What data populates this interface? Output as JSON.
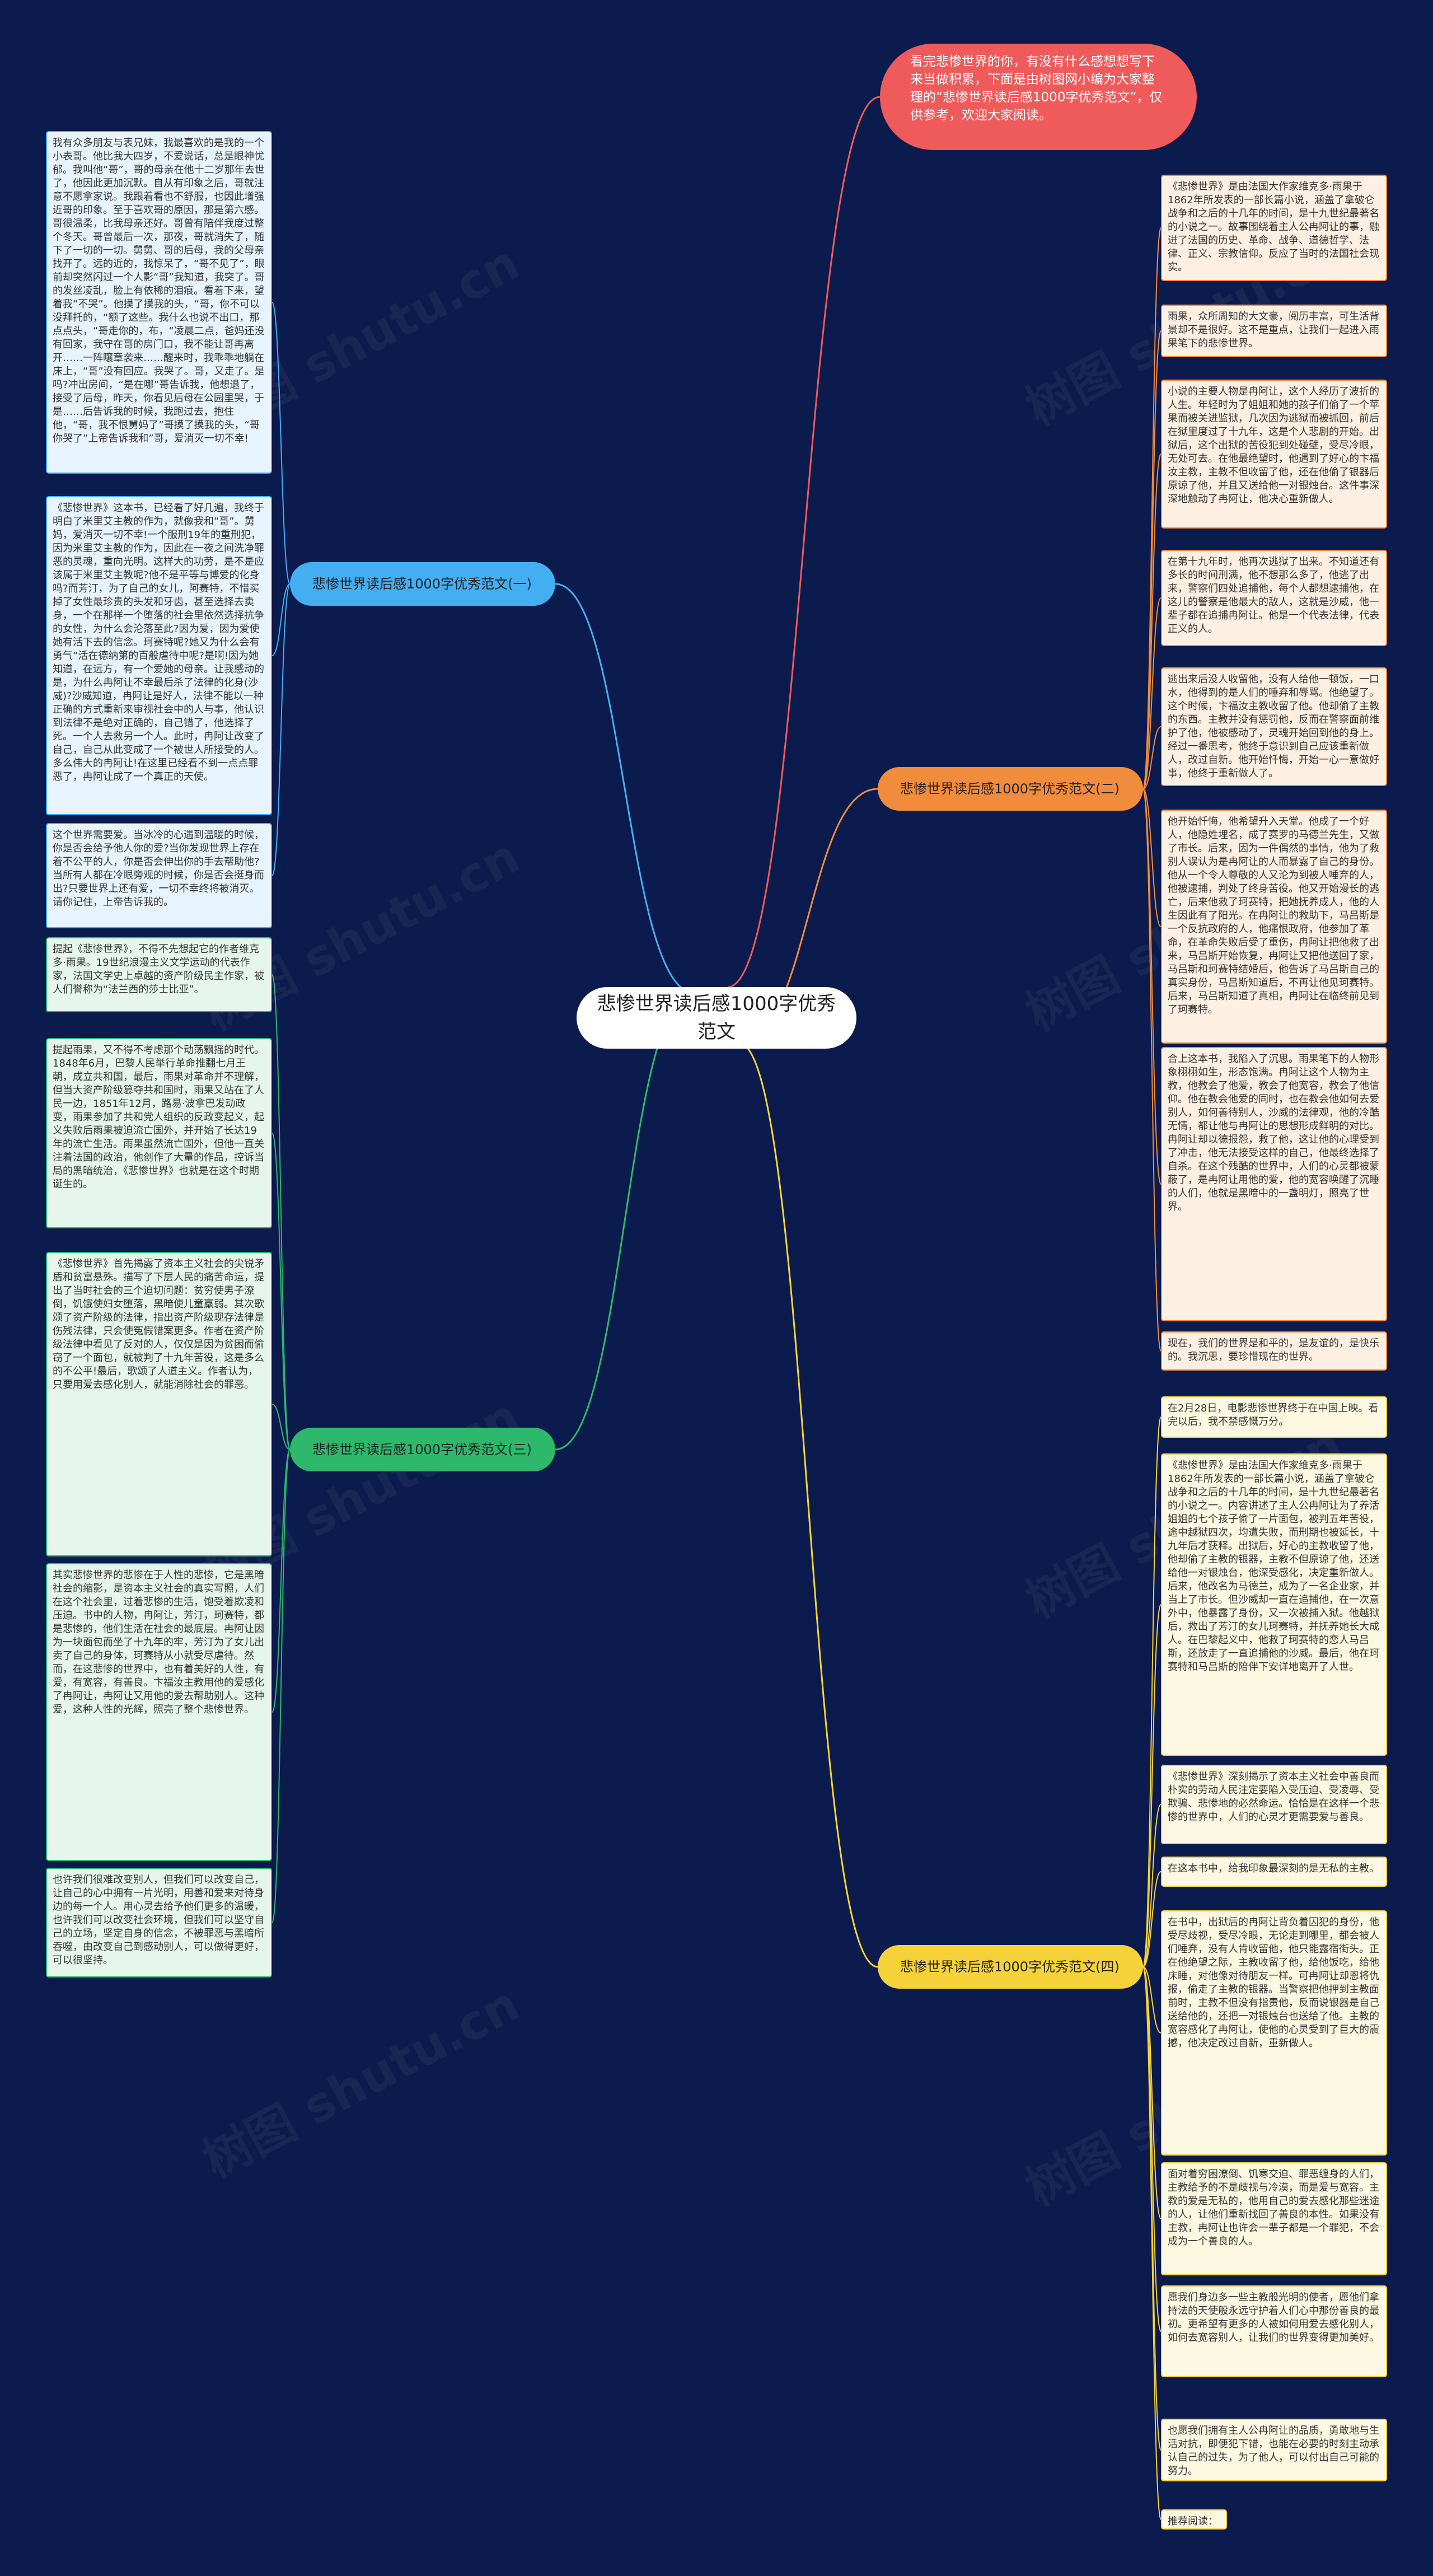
{
  "watermark": "树图 shutu.cn",
  "central": {
    "title": "悲惨世界读后感1000字优秀范文"
  },
  "intro": "看完悲惨世界的你，有没有什么感想想写下来当做积累，下面是由树图网小编为大家整理的“悲惨世界读后感1000字优秀范文”，仅供参考，欢迎大家阅读。",
  "branches": [
    {
      "label": "悲惨世界读后感1000字优秀范文(一)",
      "color": "#44aef3",
      "leaves": [
        "我有众多朋友与表兄妹，我最喜欢的是我的一个小表哥。他比我大四岁，不爱说话，总是眼神忧郁。我叫他“哥”，哥的母亲在他十二岁那年去世了，他因此更加沉默。自从有印象之后，哥就注意不愿拿家说。我跟着看也不舒服，也因此增强近哥的印象。至于喜欢哥的原因，那是第六感。哥很温柔，比我母亲还好。哥曾有陪伴我度过整个冬天。哥曾最后一次，那夜，哥就消失了，随下了一切的一切。舅舅、哥的后母，我的父母亲找开了。远的近的，我惊呆了，“哥不见了”，眼前却突然闪过一个人影“哥”我知道，我突了。哥的发丝凌乱，脸上有依稀的泪痕。看着下来，望着我“不哭”。他摸了摸我的头，“哥，你不可以没拜托的，“额了这些。我什么也说不出口，那点点头，“哥走你的，布，“凌晨二点，爸妈还没有回家，我守在哥的房门口，我不能让哥再离开……一阵嚷章袭来……醒来时，我乖乖地躺在床上，“哥”没有回应。我哭了。哥，又走了。是吗?冲出房间，“是在哪”哥告诉我，他想退了，接受了后母，昨天，你看见后母在公园里哭，于是……后告诉我的时候，我跑过去，抱住他，“哥，我不恨舅妈了”哥摸了摸我的头，“哥你哭了”上帝告诉我和”哥，爱消灭一切不幸!",
        "《悲惨世界》这本书，已经看了好几遍，我终于明白了米里艾主教的作为，就像我和“哥”。舅妈，爱消灭一切不幸!一个服刑19年的重刑犯，因为米里艾主教的作为，因此在一夜之间洗净罪恶的灵魂，重向光明。这样大的功劳，是不是应该属于米里艾主教呢?他不是平等与博爱的化身吗?而芳汀，为了自己的女儿，阿赛特，不惜买掉了女性最珍贵的头发和牙齿，甚至选择去卖身，一个在那样一个堕落的社会里依然选择抗争的女性，为什么会沦落至此?因为爱，因为爱使她有活下去的信念。珂赛特呢?她又为什么会有勇气“活在德纳第的百般虐待中呢?是啊!因为她知道，在远方，有一个爱她的母亲。让我感动的是，为什么冉阿让不幸最后杀了法律的化身(沙威)?沙威知道，冉阿让是好人，法律不能以一种正确的方式重新来审视社会中的人与事，他认识到法律不是绝对正确的，自己错了，他选择了死。一个人去救另一个人。此时，冉阿让改变了自己，自己从此变成了一个被世人所接受的人。多么伟大的冉阿让!在这里已经看不到一点点罪恶了，冉阿让成了一个真正的天使。",
        "这个世界需要爱。当冰冷的心遇到温暖的时候，你是否会给予他人你的爱?当你发现世界上存在着不公平的人，你是否会伸出你的手去帮助他?当所有人都在冷眼旁观的时候，你是否会挺身而出?只要世界上还有爱，一切不幸终将被消灭。请你记住，上帝告诉我的。"
      ]
    },
    {
      "label": "悲惨世界读后感1000字优秀范文(二)",
      "color": "#f28c3d",
      "leaves": [
        "《悲惨世界》是由法国大作家维克多·雨果于1862年所发表的一部长篇小说，涵盖了拿破仑战争和之后的十几年的时间，是十九世纪最著名的小说之一。故事围绕着主人公冉阿让的事，融进了法国的历史、革命、战争、道德哲学、法律、正义、宗教信仰。反应了当时的法国社会现实。",
        "雨果，众所周知的大文豪，阅历丰富，可生活背景却不是很好。这不是重点，让我们一起进入雨果笔下的悲惨世界。",
        "小说的主要人物是冉阿让，这个人经历了波折的人生。年轻时为了姐姐和她的孩子们偷了一个苹果而被关进监狱，几次因为逃狱而被抓回，前后在狱里度过了十九年，这是个人悲剧的开始。出狱后，这个出狱的苦役犯到处碰壁，受尽冷眼，无处可去。在他最绝望时，他遇到了好心的卞福汝主教，主教不但收留了他，还在他偷了银器后原谅了他，并且又送给他一对银烛台。这件事深深地触动了冉阿让，他决心重新做人。",
        "在第十九年时，他再次逃狱了出来。不知道还有多长的时间刑满，他不想那么多了，他逃了出来，警察们四处追捕他，每个人都想逮捕他，在这儿的警察是他最大的敌人，这就是沙威，他一辈子都在追捕冉阿让。他是一个代表法律，代表正义的人。",
        "逃出来后没人收留他，没有人给他一顿饭，一口水，他得到的是人们的唾弃和辱骂。他绝望了。这个时候，卞福汝主教收留了他。他却偷了主教的东西。主教并没有惩罚他，反而在警察面前维护了他，他被感动了，灵魂开始回到他的身上。经过一番思考，他终于意识到自己应该重新做人，改过自新。他开始忏悔，开始一心一意做好事，他终于重新做人了。",
        "他开始忏悔，他希望升入天堂。他成了一个好人，他隐姓埋名，成了赛罗的马德兰先生，又做了市长。后来，因为一件偶然的事情，他为了救别人误认为是冉阿让的人而暴露了自己的身份。他从一个令人尊敬的人又沦为到被人唾弃的人，他被逮捕，判处了终身苦役。他又开始漫长的逃亡，后来他救了珂赛特，把她抚养成人，他的人生因此有了阳光。在冉阿让的救助下，马吕斯是一个反抗政府的人，他痛恨政府，他参加了革命，在革命失败后受了重伤，冉阿让把他救了出来，马吕斯开始恢复，冉阿让又把他送回了家，马吕斯和珂赛特结婚后，他告诉了马吕斯自己的真实身份，马吕斯知道后，不再让他见珂赛特。后来，马吕斯知道了真相，冉阿让在临终前见到了珂赛特。",
        "合上这本书，我陷入了沉思。雨果笔下的人物形象栩栩如生，形态饱满。冉阿让这个人物为主教，他教会了他爱，教会了他宽容，教会了他信仰。他在教会他爱的同时，也在教会他如何去爱别人，如何善待别人，沙威的法律观，他的冷酷无情，都让他与冉阿让的思想形成鲜明的对比。冉阿让却以德报怨，救了他，这让他的心理受到了冲击，他无法接受这样的自己，他最终选择了自杀。在这个残酷的世界中，人们的心灵都被蒙蔽了，是冉阿让用他的爱，他的宽容唤醒了沉睡的人们，他就是黑暗中的一盏明灯，照亮了世界。",
        "现在，我们的世界是和平的，是友谊的，是快乐的。我沉思，要珍惜现在的世界。"
      ]
    },
    {
      "label": "悲惨世界读后感1000字优秀范文(三)",
      "color": "#2db86c",
      "leaves": [
        "提起《悲惨世界》，不得不先想起它的作者维克多·雨果。19世纪浪漫主义文学运动的代表作家，法国文学史上卓越的资产阶级民主作家，被人们誉称为“法兰西的莎士比亚”。",
        "提起雨果，又不得不考虑那个动荡飘摇的时代。1848年6月，巴黎人民举行革命推翻七月王朝，成立共和国，最后，雨果对革命并不理解，但当大资产阶级篡夺共和国时，雨果又站在了人民一边，1851年12月，路易·波拿巴发动政变，雨果参加了共和党人组织的反政变起义，起义失败后雨果被迫流亡国外，并开始了长达19年的流亡生活。雨果虽然流亡国外，但他一直关注着法国的政治，他创作了大量的作品，控诉当局的黑暗统治，《悲惨世界》也就是在这个时期诞生的。",
        "《悲惨世界》首先揭露了资本主义社会的尖锐矛盾和贫富悬殊。描写了下层人民的痛苦命运，提出了当时社会的三个迫切问题：贫穷使男子潦倒，饥饿使妇女堕落，黑暗使儿童羸弱。其次歌颂了资产阶级的法律，指出资产阶级现存法律是伤残法律，只会使冤假错案更多。作者在资产阶级法律中看见了反对的人，仅仅是因为贫困而偷窃了一个面包，就被判了十九年苦役，这是多么的不公平!最后，歌颂了人道主义。作者认为，只要用爱去感化别人，就能消除社会的罪恶。",
        "其实悲惨世界的悲惨在于人性的悲惨，它是黑暗社会的缩影，是资本主义社会的真实写照，人们在这个社会里，过着悲惨的生活，饱受着欺凌和压迫。书中的人物，冉阿让，芳汀，珂赛特，都是悲惨的，他们生活在社会的最底层。冉阿让因为一块面包而坐了十九年的牢，芳汀为了女儿出卖了自己的身体，珂赛特从小就受尽虐待。然而，在这悲惨的世界中，也有着美好的人性，有爱，有宽容，有善良。卞福汝主教用他的爱感化了冉阿让，冉阿让又用他的爱去帮助别人。这种爱，这种人性的光辉，照亮了整个悲惨世界。",
        "也许我们很难改变别人，但我们可以改变自己，让自己的心中拥有一片光明，用善和爱来对待身边的每一个人。用心灵去给予他们更多的温暖，也许我们可以改变社会环境，但我们可以坚守自己的立场，坚定自身的信念，不被罪恶与黑暗所吞噬，由改变自己到感动别人，可以做得更好，可以很坚持。"
      ]
    },
    {
      "label": "悲惨世界读后感1000字优秀范文(四)",
      "color": "#f6d23a",
      "leaves": [
        "在2月28日，电影悲惨世界终于在中国上映。看完以后，我不禁感慨万分。",
        "《悲惨世界》是由法国大作家维克多·雨果于1862年所发表的一部长篇小说，涵盖了拿破仑战争和之后的十几年的时间，是十九世纪最著名的小说之一。内容讲述了主人公冉阿让为了养活姐姐的七个孩子偷了一片面包，被判五年苦役，途中越狱四次，均遭失败，而刑期也被延长，十九年后才获释。出狱后，好心的主教收留了他，他却偷了主教的银器，主教不但原谅了他，还送给他一对银烛台，他深受感化，决定重新做人。后来，他改名为马德兰，成为了一名企业家，并当上了市长。但沙威却一直在追捕他，在一次意外中，他暴露了身份，又一次被捕入狱。他越狱后，救出了芳汀的女儿珂赛特，并抚养她长大成人。在巴黎起义中，他救了珂赛特的恋人马吕斯，还放走了一直追捕他的沙威。最后，他在珂赛特和马吕斯的陪伴下安详地离开了人世。",
        "《悲惨世界》深刻揭示了资本主义社会中善良而朴实的劳动人民注定要陷入受压迫、受凌辱、受欺骗、悲惨地的必然命运。恰恰是在这样一个悲惨的世界中，人们的心灵才更需要爱与善良。",
        "在这本书中，给我印象最深刻的是无私的主教。",
        "在书中，出狱后的冉阿让背负着囚犯的身份，他受尽歧视，受尽冷眼，无论走到哪里，都会被人们唾弃，没有人肯收留他，他只能露宿街头。正在他绝望之际，主教收留了他，给他饭吃，给他床睡，对他像对待朋友一样。可冉阿让却恩将仇报，偷走了主教的银器。当警察把他押到主教面前时，主教不但没有指责他，反而说银器是自己送给他的，还把一对银烛台也送给了他。主教的宽容感化了冉阿让，使他的心灵受到了巨大的震撼，他决定改过自新，重新做人。",
        "面对着穷困潦倒、饥寒交迫、罪恶缠身的人们，主教给予的不是歧视与冷漠，而是爱与宽容。主教的爱是无私的，他用自己的爱去感化那些迷途的人，让他们重新找回了善良的本性。如果没有主教，冉阿让也许会一辈子都是一个罪犯，不会成为一个善良的人。",
        "愿我们身边多一些主教般光明的使者，愿他们拿持法的天使般永远守护着人们心中那份善良的最初。更希望有更多的人被如何用爱去感化别人，如何去宽容别人，让我们的世界变得更加美好。",
        "也愿我们拥有主人公冉阿让的品质，勇敢地与生活对抗，即便犯下错，也能在必要的时刻主动承认自己的过失，为了他人，可以付出自己可能的努力。",
        "推荐阅读："
      ]
    }
  ]
}
